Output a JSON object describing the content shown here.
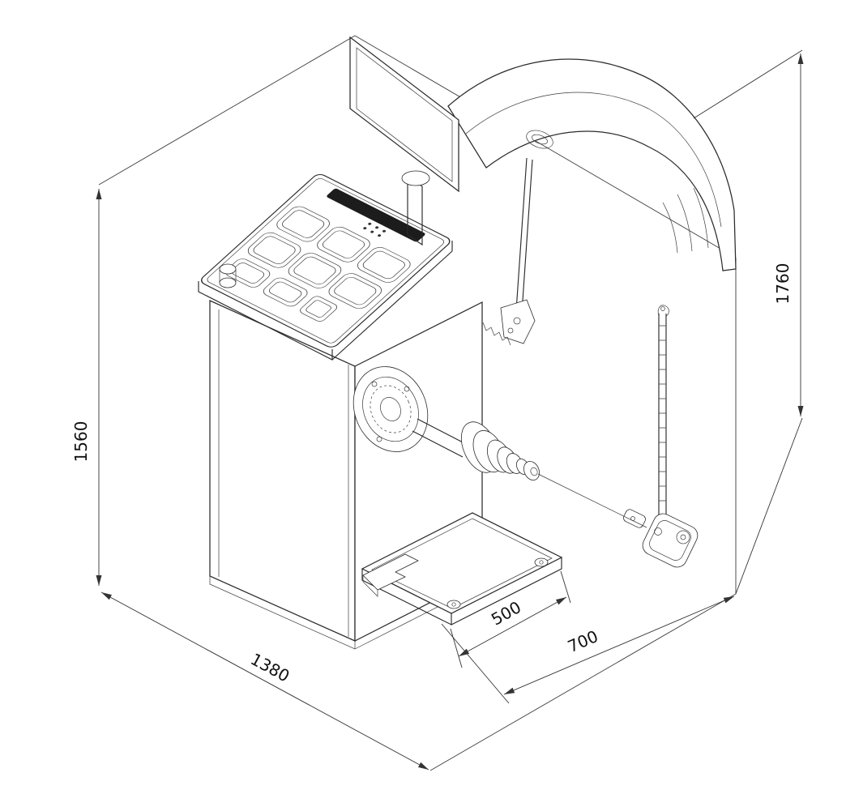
{
  "drawing": {
    "subject": "wheel-balancer-isometric-dimension-drawing"
  },
  "dimensions": {
    "overall_height": "1560",
    "max_height_with_hood": "1760",
    "overall_depth": "1380",
    "overall_width": "700",
    "base_plate_depth": "500"
  },
  "colors": {
    "line": "#2b2b2b",
    "background": "#ffffff",
    "label": "#111111"
  }
}
